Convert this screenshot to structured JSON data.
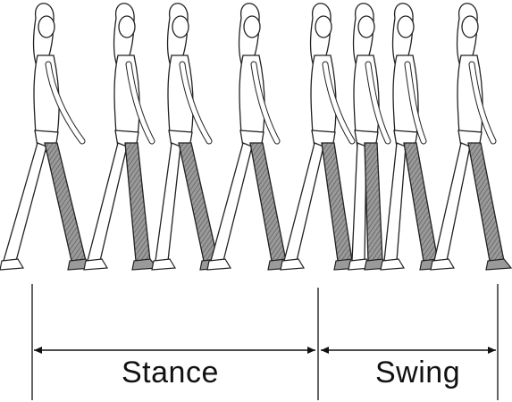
{
  "phases": [
    {
      "id": "stance",
      "label": "Stance"
    },
    {
      "id": "swing",
      "label": "Swing"
    }
  ],
  "figures": [
    {
      "name": "figure-1",
      "phase": "stance",
      "shaded_leg": "right"
    },
    {
      "name": "figure-2",
      "phase": "stance",
      "shaded_leg": "right"
    },
    {
      "name": "figure-3",
      "phase": "stance",
      "shaded_leg": "right"
    },
    {
      "name": "figure-4",
      "phase": "stance",
      "shaded_leg": "right"
    },
    {
      "name": "figure-5",
      "phase": "swing",
      "shaded_leg": "right"
    },
    {
      "name": "figure-6",
      "phase": "swing",
      "shaded_leg": "right"
    },
    {
      "name": "figure-7",
      "phase": "swing",
      "shaded_leg": "right"
    },
    {
      "name": "figure-8",
      "phase": "swing",
      "shaded_leg": "right"
    }
  ],
  "colors": {
    "outline": "#222222",
    "shaded_leg": "#8a8a8a",
    "background": "#ffffff"
  }
}
